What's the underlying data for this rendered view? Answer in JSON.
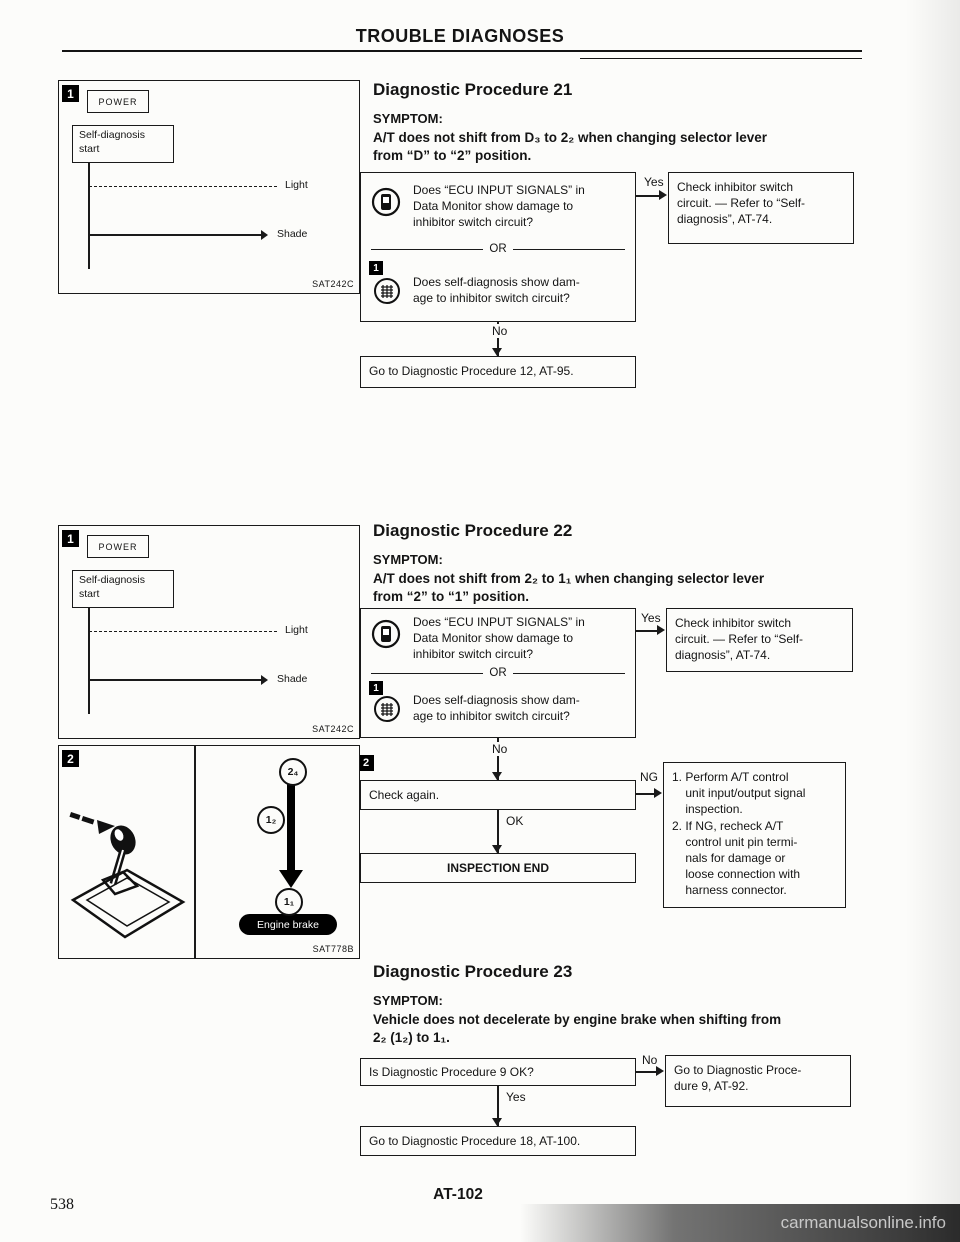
{
  "page": {
    "header": "TROUBLE DIAGNOSES",
    "footer_code": "AT-102",
    "page_number": "538",
    "watermark": "carmanualsonline.info"
  },
  "labels": {
    "yes": "Yes",
    "no": "No",
    "ng": "NG",
    "ok": "OK",
    "or": "OR"
  },
  "fig_selfdiag": {
    "badge": "1",
    "power": "POWER",
    "start": "Self-diagnosis\nstart",
    "light": "Light",
    "shade": "Shade",
    "caption": "SAT242C"
  },
  "fig_shift": {
    "badge": "2",
    "gear_top": "2₄",
    "gear_mid": "1₂",
    "gear_low": "1₁",
    "engine_brake": "Engine brake",
    "caption": "SAT778B"
  },
  "proc21": {
    "title": "Diagnostic Procedure 21",
    "symptom_label": "SYMPTOM:",
    "symptom": "A/T does not shift from D₃ to 2₂ when changing selector lever\nfrom “D” to “2” position.",
    "q1": "Does “ECU INPUT SIGNALS” in\nData Monitor show damage to\ninhibitor switch circuit?",
    "q2_badge": "1",
    "q2": "Does self-diagnosis show dam-\nage to inhibitor switch circuit?",
    "yes_box": "Check inhibitor switch\ncircuit. — Refer to “Self-\ndiagnosis”, AT-74.",
    "no_box": "Go to Diagnostic Procedure 12, AT-95."
  },
  "proc22": {
    "title": "Diagnostic Procedure 22",
    "symptom_label": "SYMPTOM:",
    "symptom": "A/T does not shift from 2₂ to 1₁ when changing selector lever\nfrom “2” to “1” position.",
    "q1": "Does “ECU INPUT SIGNALS” in\nData Monitor show damage to\ninhibitor switch circuit?",
    "q2_badge": "1",
    "q2": "Does self-diagnosis show dam-\nage to inhibitor switch circuit?",
    "yes_box": "Check inhibitor switch\ncircuit. — Refer to “Self-\ndiagnosis”, AT-74.",
    "step2_badge": "2",
    "check_again": "Check again.",
    "ng_box": "1. Perform A/T control\n    unit input/output signal\n    inspection.\n2. If NG, recheck A/T\n    control unit pin termi-\n    nals for damage or\n    loose connection with\n    harness connector.",
    "inspection_end": "INSPECTION END"
  },
  "proc23": {
    "title": "Diagnostic Procedure 23",
    "symptom_label": "SYMPTOM:",
    "symptom": "Vehicle does not decelerate by engine brake when shifting from\n2₂ (1₂) to 1₁.",
    "q1": "Is Diagnostic Procedure 9 OK?",
    "no_box": "Go to Diagnostic Proce-\ndure 9, AT-92.",
    "yes_box": "Go to Diagnostic Procedure 18, AT-100."
  }
}
